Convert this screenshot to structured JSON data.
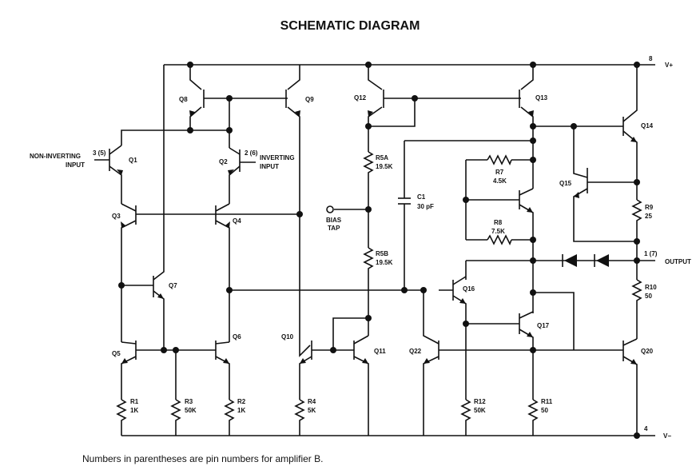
{
  "title": "SCHEMATIC DIAGRAM",
  "footnote": "Numbers in parentheses are pin numbers for amplifier B.",
  "labels": {
    "pin8": "8",
    "vplus": "V+",
    "pin4": "4",
    "vminus": "V−",
    "pin1": "1 (7)",
    "output": "OUTPUT",
    "noninv_pin": "3 (5)",
    "noninv_line1": "NON-INVERTING",
    "noninv_line2": "INPUT",
    "inv_pin": "2 (6)",
    "inv_line1": "INVERTING",
    "inv_line2": "INPUT",
    "bias_line1": "BIAS",
    "bias_line2": "TAP"
  },
  "transistors": [
    "Q1",
    "Q2",
    "Q3",
    "Q4",
    "Q5",
    "Q6",
    "Q7",
    "Q8",
    "Q9",
    "Q10",
    "Q11",
    "Q12",
    "Q13",
    "Q14",
    "Q15",
    "Q16",
    "Q17",
    "Q20",
    "Q22"
  ],
  "resistors": [
    {
      "name": "R1",
      "value": "1K"
    },
    {
      "name": "R2",
      "value": "1K"
    },
    {
      "name": "R3",
      "value": "50K"
    },
    {
      "name": "R4",
      "value": "5K"
    },
    {
      "name": "R5A",
      "value": "19.5K"
    },
    {
      "name": "R5B",
      "value": "19.5K"
    },
    {
      "name": "R7",
      "value": "4.5K"
    },
    {
      "name": "R8",
      "value": "7.5K"
    },
    {
      "name": "R9",
      "value": "25"
    },
    {
      "name": "R10",
      "value": "50"
    },
    {
      "name": "R11",
      "value": "50"
    },
    {
      "name": "R12",
      "value": "50K"
    }
  ],
  "capacitors": [
    {
      "name": "C1",
      "value": "30 pF"
    }
  ]
}
